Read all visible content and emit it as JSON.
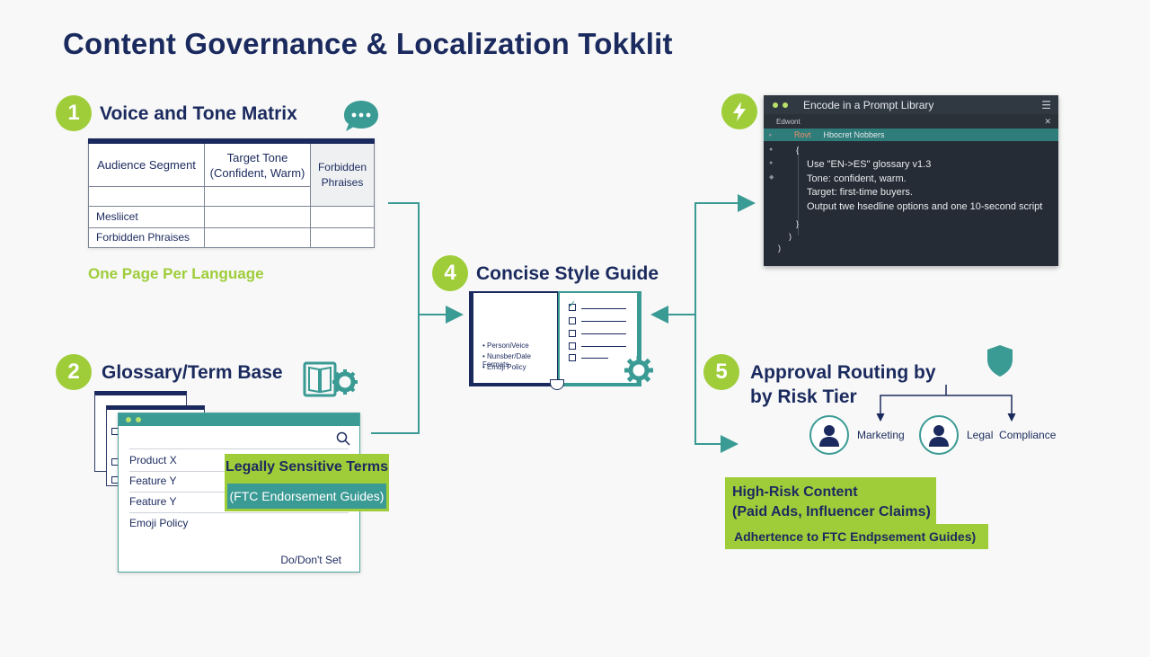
{
  "title": "Content Governance & Localization Tokklit",
  "section1": {
    "number": "1",
    "title": "Voice and Tone Matrix",
    "table": {
      "headers": [
        "Audience Segment",
        "Target Tone (Confident, Warm)",
        "Forbidden Phraises"
      ],
      "rows": [
        "Mesliicet",
        "Forbidden Phraises"
      ]
    },
    "footer": "One Page Per Language"
  },
  "section2": {
    "number": "2",
    "title": "Glossary/Term Base",
    "items": [
      "Product X",
      "Feature Y",
      "Feature Y",
      "Emoji Policy"
    ],
    "footer": "Do/Don't Set",
    "callout_title": "Legally Sensitive Terms",
    "callout_sub": "(FTC Endorsement Guides)"
  },
  "section3": {
    "title": "Encode in a Prompt Library",
    "tab": "Edwont",
    "highlight_a": "Rovt",
    "highlight_b": "Hbocret Nobbers",
    "code": [
      "{",
      "Use \"EN->ES\" glossary v1.3",
      "Tone: confident, warm.",
      "Target: first-time buyers.",
      "Output twe hsedline options and one 10-second script",
      "}",
      ")",
      ")"
    ]
  },
  "section4": {
    "number": "4",
    "title": "Concise Style Guide",
    "items": [
      "• PersoniVeice",
      "• Nunsber/Dale Formats",
      "• Emoji Policy"
    ]
  },
  "section5": {
    "number": "5",
    "title_line1": "Approval Routing by",
    "title_line2": "by Risk Tier",
    "roles": [
      "Marketing",
      "Legal  Compliance"
    ],
    "risk_title_1": "High-Risk Content",
    "risk_title_2": "(Paid Ads, Influencer Claims)",
    "risk_note": "Adhertence to FTC Endpsement Guides)"
  },
  "colors": {
    "navy": "#1b2a5e",
    "green": "#9fcd3a",
    "teal": "#3a9a94",
    "editor": "#252c35"
  }
}
